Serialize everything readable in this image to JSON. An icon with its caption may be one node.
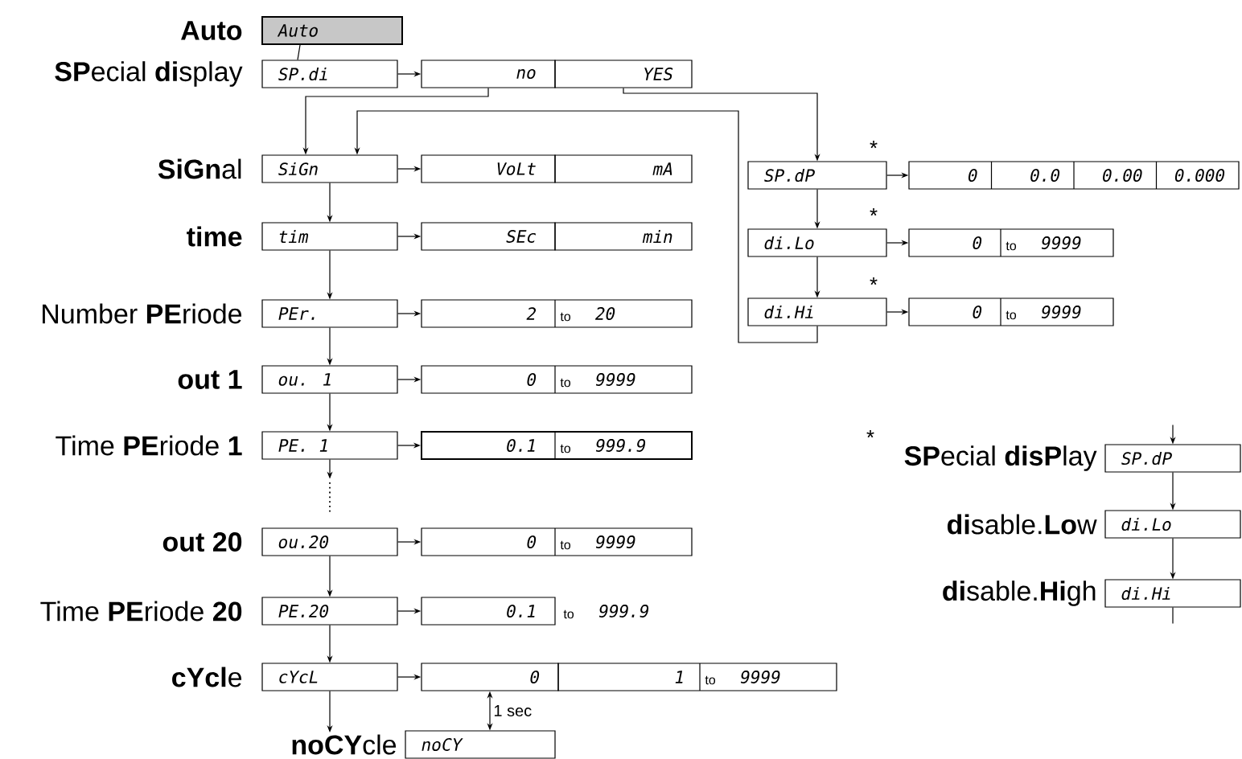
{
  "diagram": {
    "nodes": [
      {
        "text": [
          "Auto"
        ],
        "beside": [
          "Auto"
        ]
      },
      {
        "text": [
          "SP.di"
        ],
        "beside": [
          "**SP**ecial **di**splay"
        ]
      },
      {
        "text": [
          "no"
        ]
      },
      {
        "text": [
          "YES"
        ]
      },
      {
        "text": [
          "SiGn"
        ],
        "beside": [
          "**SiGn**al"
        ]
      },
      {
        "text": [
          "VoLt"
        ]
      },
      {
        "text": [
          "mA"
        ]
      },
      {
        "text": [
          "tim"
        ],
        "beside": [
          "time"
        ]
      },
      {
        "text": [
          "SEc"
        ]
      },
      {
        "text": [
          "min"
        ]
      },
      {
        "text": [
          "PEr."
        ],
        "beside": [
          "Number **PE**riode"
        ]
      },
      {
        "text": [
          "2",
          "to",
          "20"
        ]
      },
      {
        "text": [
          "ou. 1"
        ],
        "beside": [
          "out 1"
        ]
      },
      {
        "text": [
          "0",
          "to",
          "9999"
        ]
      },
      {
        "text": [
          "PE. 1"
        ],
        "beside": [
          "Time **PE**riode **1**"
        ]
      },
      {
        "text": [
          "0.1",
          "to",
          "999.9"
        ]
      },
      {
        "text": [
          "ou.20"
        ],
        "beside": [
          "out 20"
        ]
      },
      {
        "text": [
          "0",
          "to",
          "9999"
        ]
      },
      {
        "text": [
          "PE.20"
        ],
        "beside": [
          "Time **PE**riode **20**"
        ]
      },
      {
        "text": [
          "0.1"
        ],
        "beside": [
          "to",
          "999.9"
        ]
      },
      {
        "text": [
          "cYcL"
        ],
        "beside": [
          "**cYcl**e"
        ]
      },
      {
        "text": [
          "0"
        ]
      },
      {
        "text": [
          "1",
          "to",
          "9999"
        ]
      },
      {
        "text": [
          "noCY"
        ],
        "beside": [
          "**noCY**cle"
        ]
      },
      {
        "text": [
          "SP.dP"
        ],
        "beside": [
          "*"
        ]
      },
      {
        "text": [
          "0",
          "0.0",
          "0.00",
          "0.000"
        ]
      },
      {
        "text": [
          "di.Lo"
        ],
        "beside": [
          "*"
        ]
      },
      {
        "text": [
          "0",
          "to",
          "9999"
        ]
      },
      {
        "text": [
          "di.Hi"
        ],
        "beside": [
          "*"
        ]
      },
      {
        "text": [
          "0",
          "to",
          "9999"
        ]
      },
      {
        "text": [
          "SP.dP"
        ],
        "beside": [
          "*",
          "**SP**ecial **disP**lay"
        ]
      },
      {
        "text": [
          "di.Lo"
        ],
        "beside": [
          "**di**sable.**Lo**w"
        ]
      },
      {
        "text": [
          "di.Hi"
        ],
        "beside": [
          "**di**sable.**Hi**gh"
        ]
      }
    ],
    "edges": [
      {
        "from": 0,
        "to": 1,
        "arrow": "none"
      },
      {
        "from": 1,
        "to": 2,
        "arrow": "to"
      },
      {
        "from": 2,
        "to": 4,
        "arrow": "to"
      },
      {
        "from": 3,
        "to": 24,
        "arrow": "to"
      },
      {
        "from": 4,
        "to": 5,
        "arrow": "to"
      },
      {
        "from": 4,
        "to": 7,
        "arrow": "to"
      },
      {
        "from": 7,
        "to": 8,
        "arrow": "to"
      },
      {
        "from": 7,
        "to": 10,
        "arrow": "to"
      },
      {
        "from": 10,
        "to": 11,
        "arrow": "to"
      },
      {
        "from": 10,
        "to": 12,
        "arrow": "to"
      },
      {
        "from": 12,
        "to": 13,
        "arrow": "to"
      },
      {
        "from": 12,
        "to": 14,
        "arrow": "to"
      },
      {
        "from": 14,
        "to": 15,
        "arrow": "to"
      },
      {
        "from": 14,
        "to": null,
        "arrow": "to"
      },
      {
        "from": 16,
        "to": 17,
        "arrow": "to"
      },
      {
        "from": 16,
        "to": 18,
        "arrow": "to"
      },
      {
        "from": 18,
        "to": 19,
        "arrow": "to"
      },
      {
        "from": 18,
        "to": 20,
        "arrow": "to"
      },
      {
        "from": 20,
        "to": 21,
        "arrow": "to"
      },
      {
        "from": 20,
        "to": 23,
        "arrow": "to"
      },
      {
        "from": 21,
        "to": 23,
        "arrow": "both",
        "label": "1 sec"
      },
      {
        "from": 24,
        "to": 25,
        "arrow": "to"
      },
      {
        "from": 24,
        "to": 26,
        "arrow": "to"
      },
      {
        "from": 26,
        "to": 27,
        "arrow": "to"
      },
      {
        "from": 26,
        "to": 28,
        "arrow": "to"
      },
      {
        "from": 28,
        "to": 29,
        "arrow": "to"
      },
      {
        "from": 28,
        "to": 4,
        "arrow": "to"
      },
      {
        "from": null,
        "to": 30,
        "arrow": "to"
      },
      {
        "from": 30,
        "to": 31,
        "arrow": "to"
      },
      {
        "from": 31,
        "to": 32,
        "arrow": "to"
      },
      {
        "from": 32,
        "to": null,
        "arrow": "none"
      }
    ]
  }
}
